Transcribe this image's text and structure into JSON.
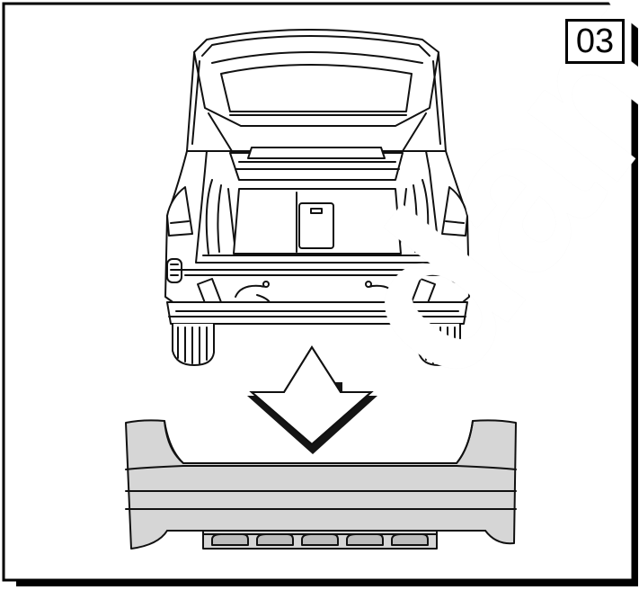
{
  "step_number": "03",
  "colors": {
    "line": "#111111",
    "bumper_fill": "#d6d6d6",
    "arrow_dark": "#151515",
    "frame_shadow": "#000000"
  },
  "icons": {
    "arrow": "down-arrow-icon",
    "vehicle": "car-rear-open-tailgate",
    "part": "rear-bumper-cover"
  }
}
